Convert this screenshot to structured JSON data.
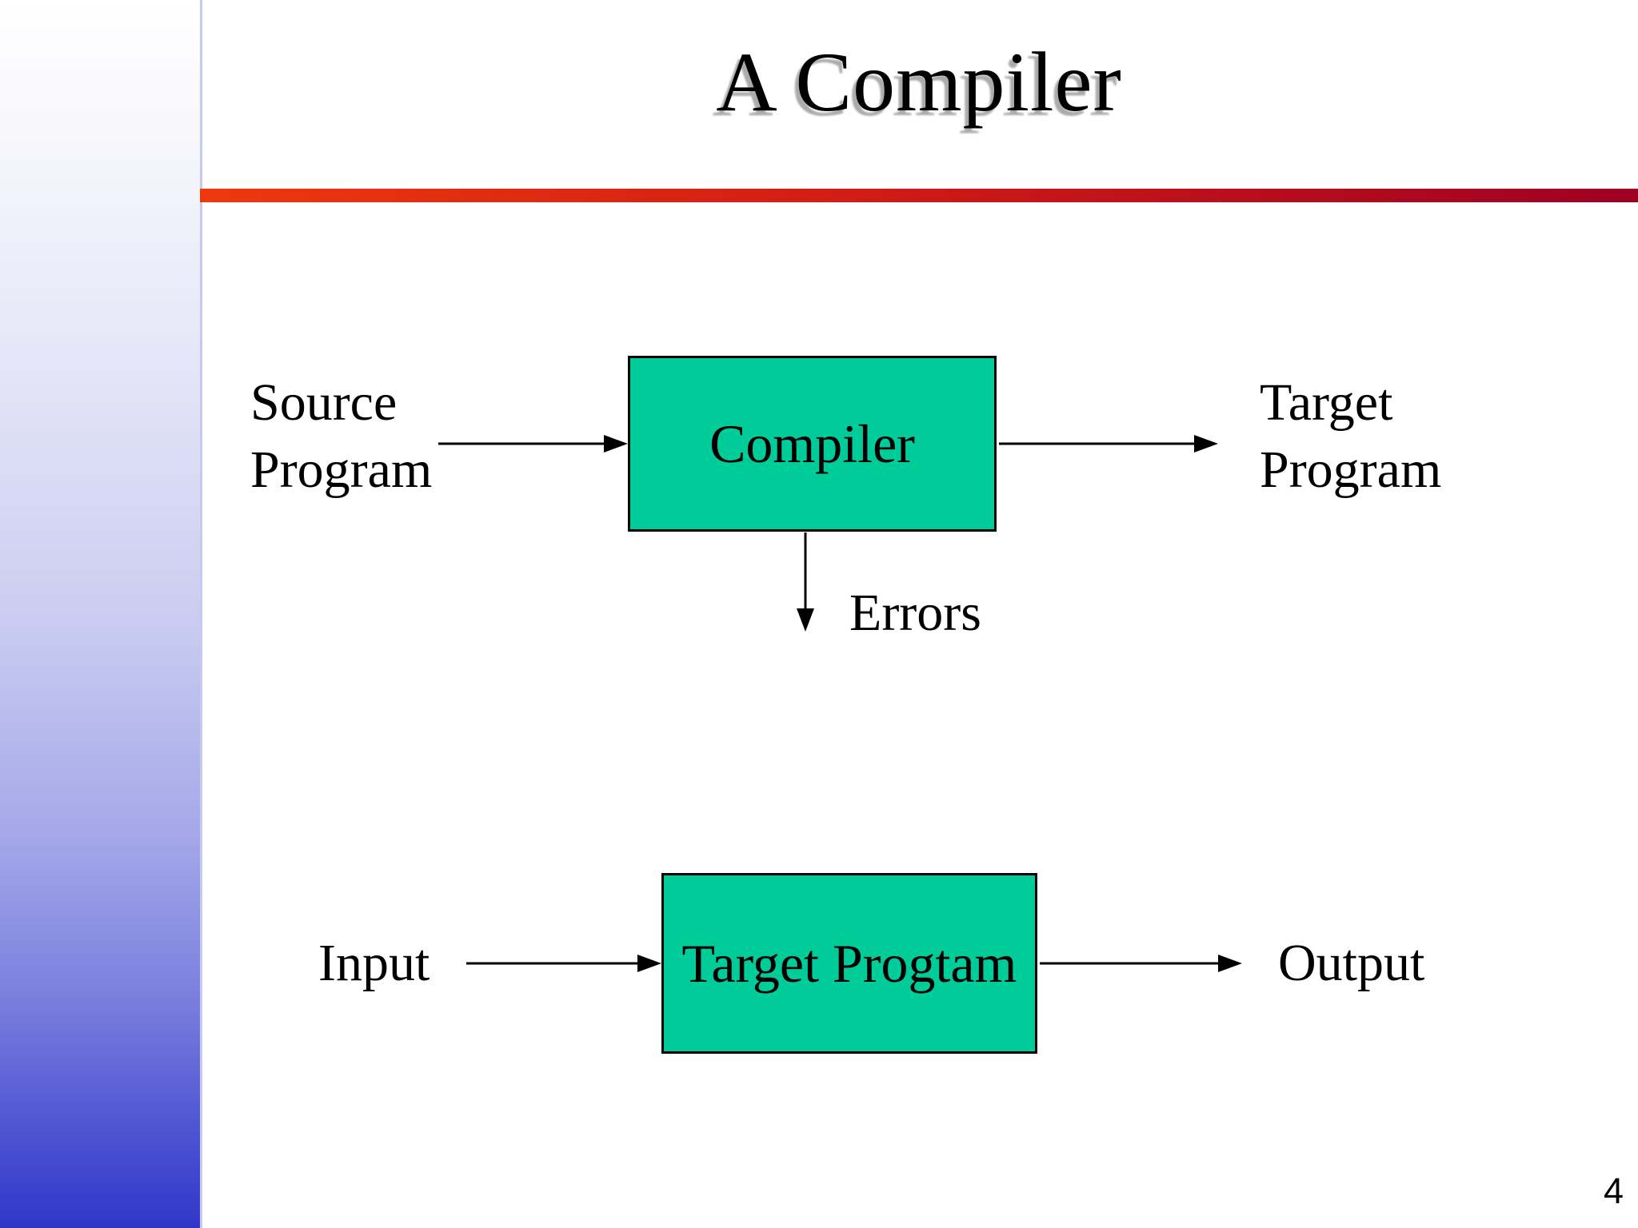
{
  "slide": {
    "title": "A Compiler",
    "page_number": "4"
  },
  "compiler_diagram": {
    "source_label": "Source\nProgram",
    "box_label": "Compiler",
    "target_label": "Target\nProgram",
    "errors_label": "Errors"
  },
  "execution_diagram": {
    "input_label": "Input",
    "box_label": "Target Progtam",
    "output_label": "Output"
  },
  "theme": {
    "box_fill": "#00cc99",
    "box_border": "#000000",
    "accent_rule_start": "#ee380e",
    "accent_rule_end": "#9e0023",
    "sidebar_gradient_top": "#ffffff",
    "sidebar_gradient_bottom": "#3136c9",
    "title_shadow": "#ababab"
  }
}
